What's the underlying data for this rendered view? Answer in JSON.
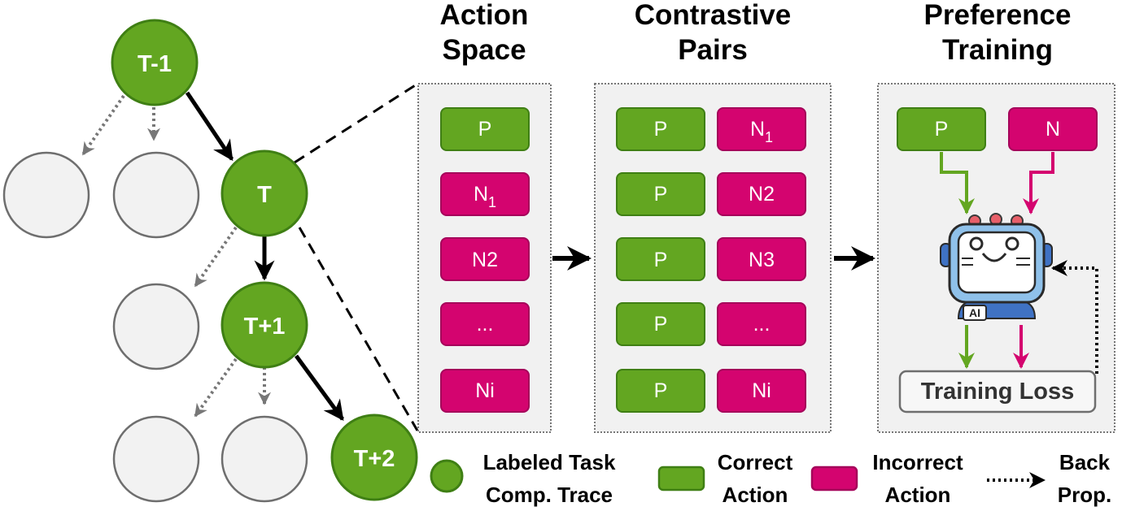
{
  "tree": {
    "nodes": {
      "t_minus_1": "T-1",
      "t": "T",
      "t_plus_1": "T+1",
      "t_plus_2": "T+2"
    }
  },
  "headings": {
    "action_space": [
      "Action",
      "Space"
    ],
    "contrastive_pairs": [
      "Contrastive",
      "Pairs"
    ],
    "preference_training": [
      "Preference",
      "Training"
    ]
  },
  "action_space": {
    "items": [
      {
        "base": "P",
        "sub": "",
        "kind": "correct"
      },
      {
        "base": "N",
        "sub": "1",
        "kind": "incorrect"
      },
      {
        "base": "N2",
        "sub": "",
        "kind": "incorrect"
      },
      {
        "base": "...",
        "sub": "",
        "kind": "incorrect"
      },
      {
        "base": "Ni",
        "sub": "",
        "kind": "incorrect"
      }
    ]
  },
  "contrastive_pairs": {
    "rows": [
      {
        "positive": "P",
        "negative_base": "N",
        "negative_sub": "1"
      },
      {
        "positive": "P",
        "negative_base": "N2",
        "negative_sub": ""
      },
      {
        "positive": "P",
        "negative_base": "N3",
        "negative_sub": ""
      },
      {
        "positive": "P",
        "negative_base": "...",
        "negative_sub": ""
      },
      {
        "positive": "P",
        "negative_base": "Ni",
        "negative_sub": ""
      }
    ]
  },
  "preference_training": {
    "positive": "P",
    "negative": "N",
    "robot_badge": "AI",
    "loss_label": "Training Loss"
  },
  "legend": {
    "trace": [
      "Labeled Task",
      "Comp. Trace"
    ],
    "correct": [
      "Correct",
      "Action"
    ],
    "incorrect": [
      "Incorrect",
      "Action"
    ],
    "backprop": [
      "Back",
      "Prop."
    ]
  },
  "colors": {
    "green_fill": "#63a621",
    "green_stroke": "#3f7f14",
    "pink_fill": "#d4046f",
    "pink_stroke": "#a5035a",
    "empty_node": "#f2f2f2",
    "panel_fill": "#f1f1f1"
  }
}
